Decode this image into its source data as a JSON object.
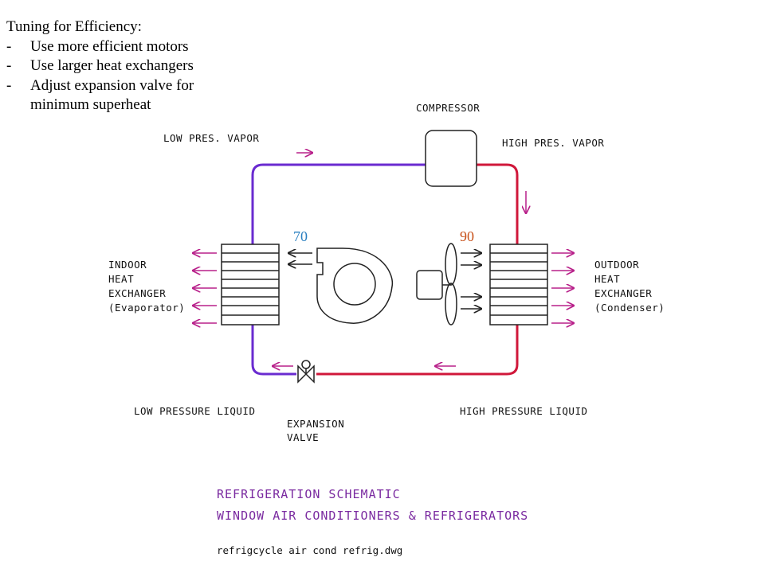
{
  "notes": {
    "heading": "Tuning for Efficiency:",
    "bullet": "-",
    "items": [
      "Use more efficient motors",
      "Use larger heat exchangers",
      "Adjust expansion valve for"
    ],
    "continuation": "minimum superheat"
  },
  "labels": {
    "compressor": "COMPRESSOR",
    "low_pres_vapor": "LOW PRES. VAPOR",
    "high_pres_vapor": "HIGH PRES. VAPOR",
    "indoor": [
      "INDOOR",
      "HEAT",
      "EXCHANGER",
      "(Evaporator)"
    ],
    "outdoor": [
      "OUTDOOR",
      "HEAT",
      "EXCHANGER",
      "(Condenser)"
    ],
    "low_pressure_liquid": "LOW PRESSURE LIQUID",
    "high_pressure_liquid": "HIGH PRESSURE LIQUID",
    "expansion_valve": [
      "EXPANSION",
      "VALVE"
    ]
  },
  "temps": {
    "indoor": "70",
    "outdoor": "90"
  },
  "title": {
    "line1": "REFRIGERATION SCHEMATIC",
    "line2": "WINDOW AIR CONDITIONERS & REFRIGERATORS",
    "filename": "refrigcycle air cond refrig.dwg"
  },
  "colors": {
    "low_side": "#6a2bd0",
    "high_side": "#d0173a",
    "arrow": "#b8208a",
    "temp_indoor": "#2a7fc0",
    "temp_outdoor": "#c8511a"
  }
}
